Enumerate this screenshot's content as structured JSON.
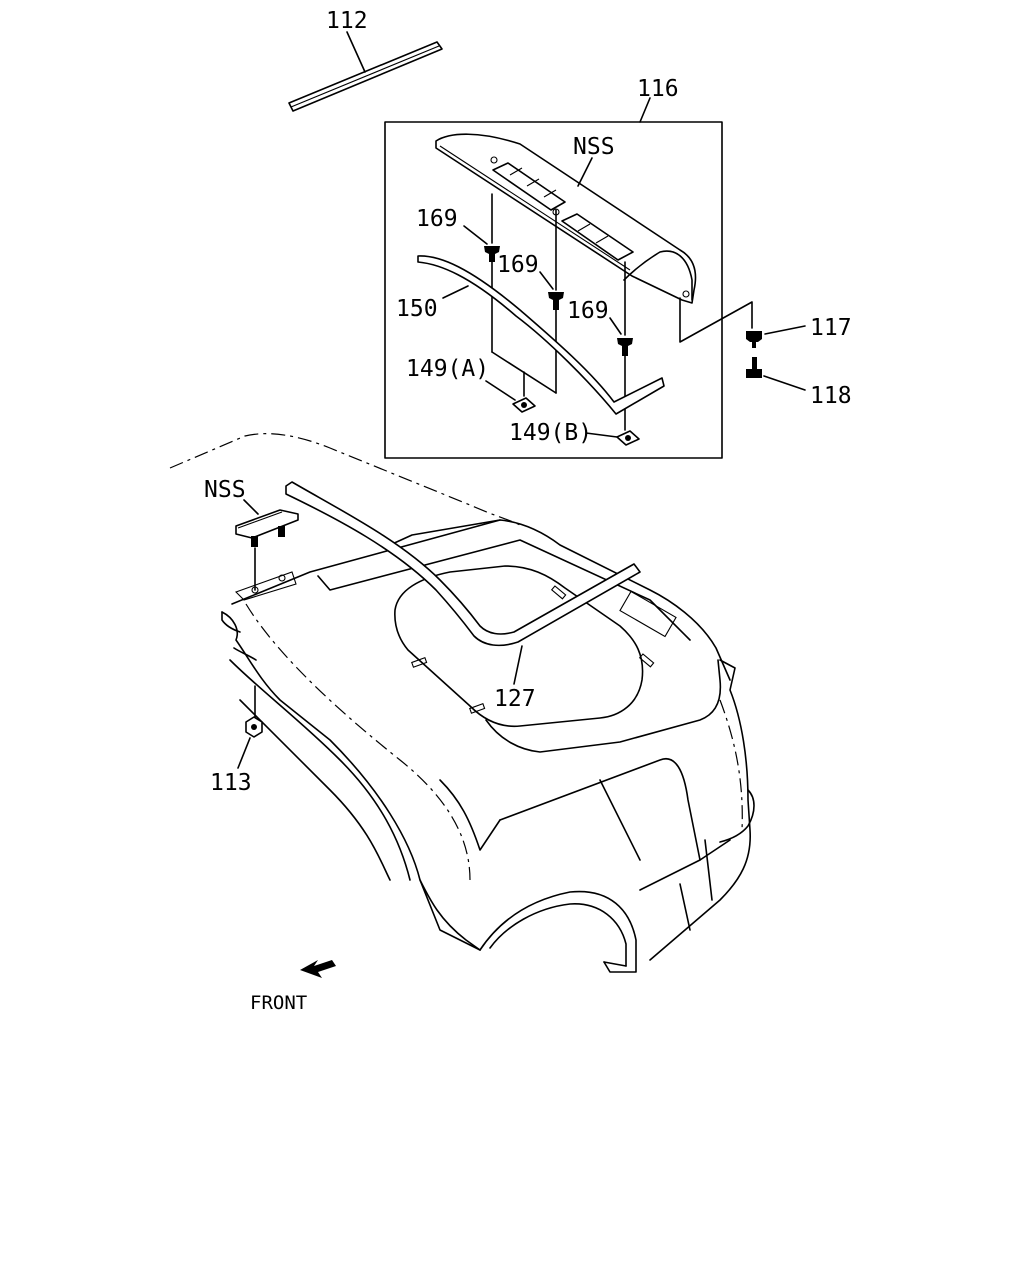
{
  "labels": {
    "p112": "112",
    "p116": "116",
    "nss_spoiler": "NSS",
    "p169_a": "169",
    "p169_b": "169",
    "p169_c": "169",
    "p150": "150",
    "p149a": "149(A)",
    "p149b": "149(B)",
    "p117": "117",
    "p118": "118",
    "nss_stop_lamp": "NSS",
    "p127": "127",
    "p113": "113",
    "front": "FRONT"
  }
}
